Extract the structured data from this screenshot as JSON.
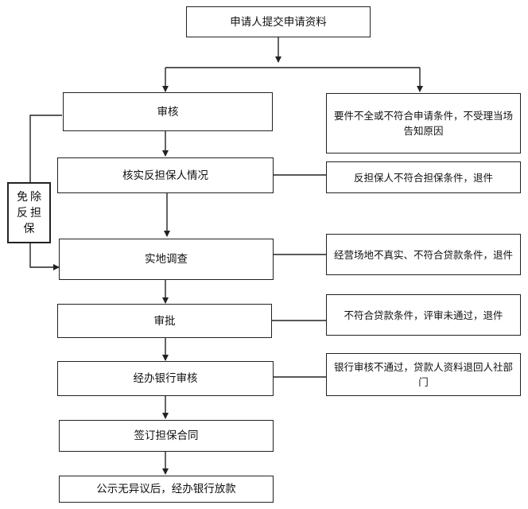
{
  "nodes": {
    "submit": "申请人提交申请资料",
    "review": "审核",
    "verify_guarantor": "核实反担保人情况",
    "site_survey": "实地调查",
    "approval": "审批",
    "bank_review": "经办银行审核",
    "sign_contract": "签订担保合同",
    "release": "公示无异议后，经办银行放款"
  },
  "notes": {
    "incomplete": "要件不全或不符合申请条件，不受理当场告知原因",
    "guarantor_fail": "反担保人不符合担保条件，退件",
    "site_fail": "经营场地不真实、不符合贷款条件，退件",
    "approval_fail": "不符合贷款条件，评审未通过，退件",
    "bank_fail": "银行审核不通过，贷款人资料退回人社部门"
  },
  "side_box": "免除反担保"
}
